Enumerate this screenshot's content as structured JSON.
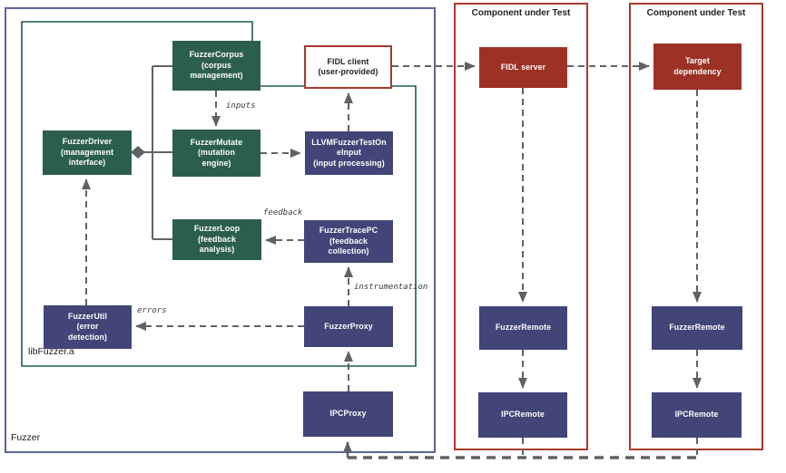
{
  "colors": {
    "canvas-bg": "#ffffff",
    "green-fill": "#2c5e50",
    "green-outline": "#1f5c4d",
    "navy-fill": "#424577",
    "red-fill": "#9d3126",
    "red-outline": "#a93a2b",
    "blue-outline": "#5e6596",
    "line": "#5f6368",
    "node-text": "#ffffff"
  },
  "containers": {
    "fuzzer": {
      "label": "Fuzzer"
    },
    "libfuzzer": {
      "label": "libFuzzer.a"
    },
    "component1": {
      "title": "Component under Test"
    },
    "component2": {
      "title": "Component under Test"
    }
  },
  "nodes": {
    "driver": {
      "label": "FuzzerDriver\n(management\ninterface)"
    },
    "corpus": {
      "label": "FuzzerCorpus\n(corpus\nmanagement)"
    },
    "mutate": {
      "label": "FuzzerMutate\n(mutation\nengine)"
    },
    "loop": {
      "label": "FuzzerLoop\n(feedback\nanalysis)"
    },
    "llvm": {
      "label": "LLVMFuzzerTestOn\neInput\n(input processing)"
    },
    "tracepc": {
      "label": "FuzzerTracePC\n(feedback\ncollection)"
    },
    "util": {
      "label": "FuzzerUtil\n(error\ndetection)"
    },
    "proxy": {
      "label": "FuzzerProxy"
    },
    "ipcproxy": {
      "label": "IPCProxy"
    },
    "client": {
      "label": "FIDL client\n(user-provided)"
    },
    "server": {
      "label": "FIDL server"
    },
    "target": {
      "label": "Target\ndependency"
    },
    "remote1": {
      "label": "FuzzerRemote"
    },
    "ipcremote1": {
      "label": "IPCRemote"
    },
    "remote2": {
      "label": "FuzzerRemote"
    },
    "ipcremote2": {
      "label": "IPCRemote"
    }
  },
  "edge_labels": {
    "inputs": "inputs",
    "feedback": "feedback",
    "instrumentation": "instrumentation",
    "errors": "errors"
  }
}
